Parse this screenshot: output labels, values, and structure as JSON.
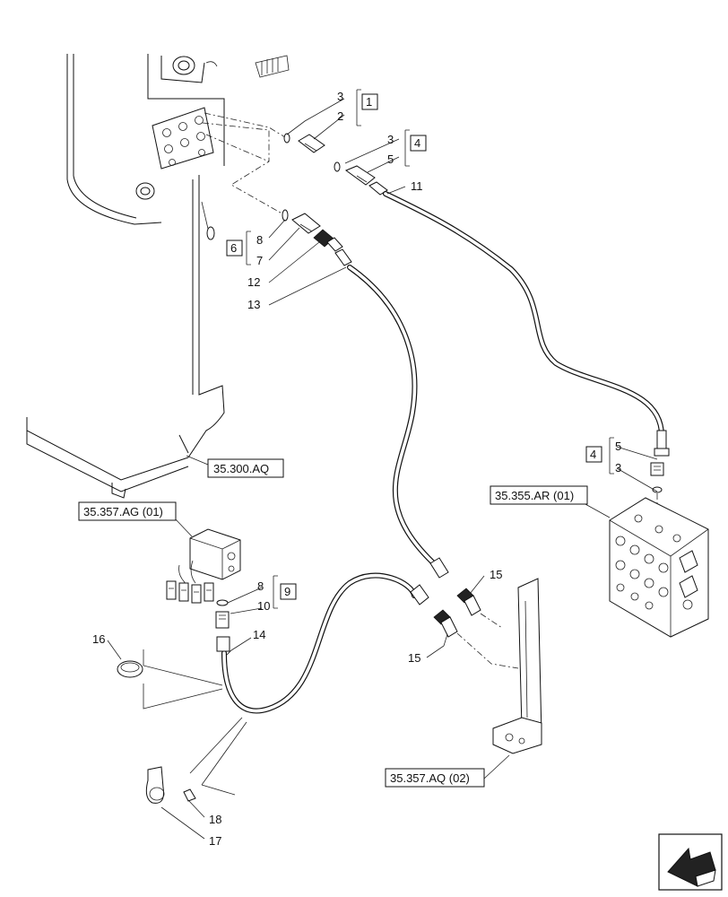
{
  "callouts": {
    "n3a": "3",
    "n2": "2",
    "n1": "1",
    "n3b": "3",
    "n5a": "5",
    "n4a": "4",
    "n11": "11",
    "n8a": "8",
    "n6": "6",
    "n7": "7",
    "n12": "12",
    "n13": "13",
    "n5b": "5",
    "n4b": "4",
    "n3c": "3",
    "n8b": "8",
    "n9": "9",
    "n10": "10",
    "n14": "14",
    "n15a": "15",
    "n15b": "15",
    "n16": "16",
    "n18": "18",
    "n17": "17"
  },
  "references": {
    "r_300aq": "35.300.AQ",
    "r_357ag": "35.357.AG (01)",
    "r_355ar": "35.355.AR (01)",
    "r_357aq": "35.357.AQ (02)"
  },
  "icons": {
    "nav": "arrow-back-icon"
  }
}
